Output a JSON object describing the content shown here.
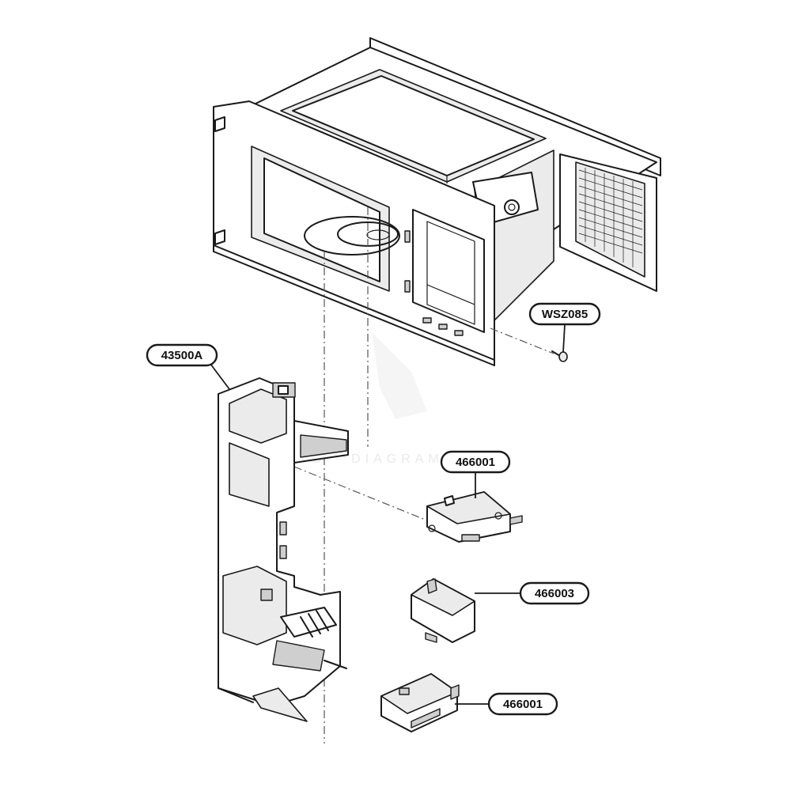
{
  "diagram": {
    "type": "exploded-parts-diagram",
    "callouts": [
      {
        "id": "wsz085",
        "label": "WSZ085"
      },
      {
        "id": "43500a",
        "label": "43500A"
      },
      {
        "id": "466001-top",
        "label": "466001"
      },
      {
        "id": "466003",
        "label": "466003"
      },
      {
        "id": "466001-bottom",
        "label": "466001"
      }
    ]
  }
}
